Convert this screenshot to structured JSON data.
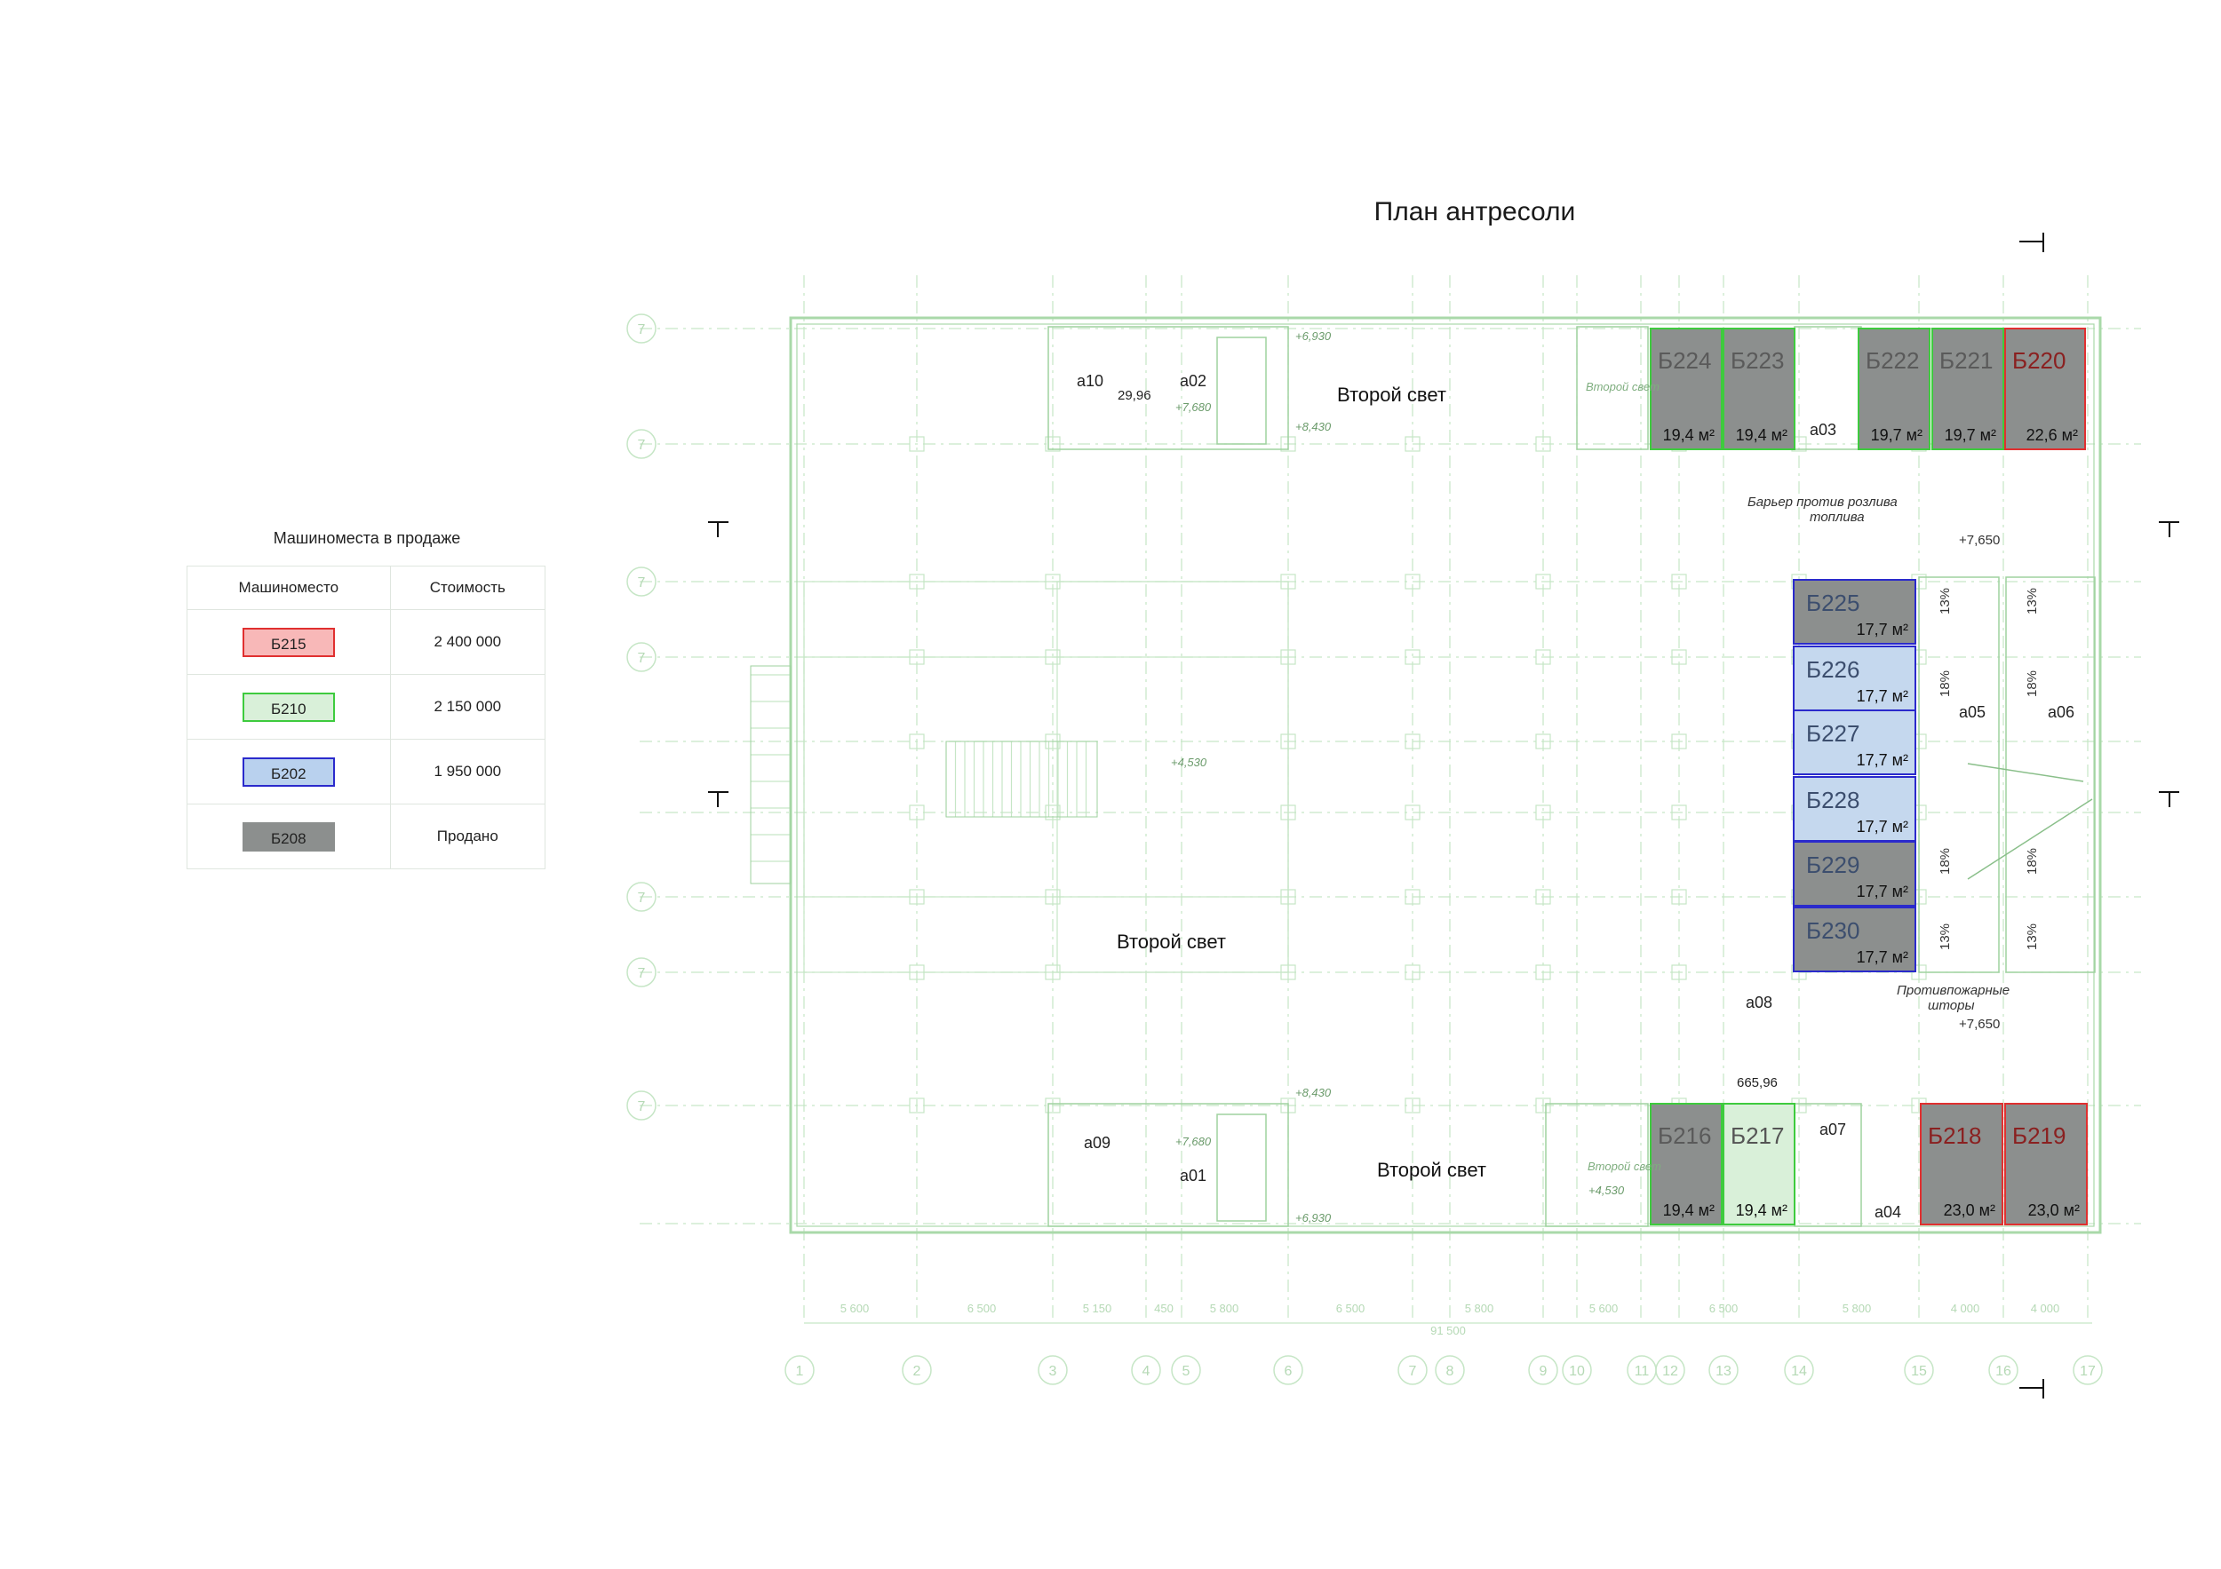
{
  "title": "План антресоли",
  "legend": {
    "title": "Машиноместа в продаже",
    "col_spot": "Машиноместо",
    "col_price": "Стоимость",
    "rows": [
      {
        "spot": "Б215",
        "price": "2 400 000",
        "fill": "#f8b8b8",
        "stroke": "#e03030"
      },
      {
        "spot": "Б210",
        "price": "2 150 000",
        "fill": "#d9f0d9",
        "stroke": "#3ecb3e"
      },
      {
        "spot": "Б202",
        "price": "1 950 000",
        "fill": "#b9d1ee",
        "stroke": "#2a2acc"
      },
      {
        "spot": "Б208",
        "price": "Продано",
        "fill": "#8c8f8e",
        "stroke": "#8c8f8e"
      }
    ]
  },
  "status_colors": {
    "sold": {
      "fill": "#8c8f8e",
      "text": "#5a5a5a"
    },
    "green": {
      "fill": "#d9f0d9",
      "text": "#555555"
    },
    "blue": {
      "fill": "#c5d8ee",
      "text": "#3c4e6e"
    },
    "red_sold_text": "#8a2020"
  },
  "spots": [
    {
      "id": "Б224",
      "area": "19,4 м²",
      "status": "sold",
      "frame": "green"
    },
    {
      "id": "Б223",
      "area": "19,4 м²",
      "status": "sold",
      "frame": "green"
    },
    {
      "id": "Б222",
      "area": "19,7 м²",
      "status": "sold",
      "frame": "green"
    },
    {
      "id": "Б221",
      "area": "19,7 м²",
      "status": "sold",
      "frame": "green"
    },
    {
      "id": "Б220",
      "area": "22,6 м²",
      "status": "sold",
      "frame": "red"
    },
    {
      "id": "Б225",
      "area": "17,7 м²",
      "status": "sold",
      "frame": "blue"
    },
    {
      "id": "Б226",
      "area": "17,7 м²",
      "status": "blue",
      "frame": "blue"
    },
    {
      "id": "Б227",
      "area": "17,7 м²",
      "status": "blue",
      "frame": "blue"
    },
    {
      "id": "Б228",
      "area": "17,7 м²",
      "status": "blue",
      "frame": "blue"
    },
    {
      "id": "Б229",
      "area": "17,7 м²",
      "status": "sold",
      "frame": "blue"
    },
    {
      "id": "Б230",
      "area": "17,7 м²",
      "status": "sold",
      "frame": "blue"
    },
    {
      "id": "Б216",
      "area": "19,4 м²",
      "status": "sold",
      "frame": "green"
    },
    {
      "id": "Б217",
      "area": "19,4 м²",
      "status": "green",
      "frame": "green"
    },
    {
      "id": "Б218",
      "area": "23,0 м²",
      "status": "sold",
      "frame": "red"
    },
    {
      "id": "Б219",
      "area": "23,0 м²",
      "status": "sold",
      "frame": "red"
    }
  ],
  "plan_labels": {
    "second_light": "Второй свет",
    "second_light_small": "Второй свет",
    "a01": "а01",
    "a02": "а02",
    "a03": "а03",
    "a04": "а04",
    "a05": "а05",
    "a06": "а06",
    "a07": "а07",
    "a08": "а08",
    "a09": "а09",
    "a10": "а10",
    "area_a10": "29,96",
    "area_a08": "665,96",
    "elev_7650": "+7,650",
    "elev_4530": "+4,530",
    "elev_6930": "+6,930",
    "elev_8430": "+8,430",
    "elev_7680": "+7,680",
    "barrier_1": "Барьер против розлива",
    "barrier_2": "топлива",
    "fire_1": "Противпожарные",
    "fire_2": "шторы",
    "pct_13": "13%",
    "pct_18": "18%"
  },
  "axes": {
    "bottom": [
      "1",
      "2",
      "3",
      "4",
      "5",
      "6",
      "7",
      "8",
      "9",
      "10",
      "11",
      "12",
      "13",
      "14",
      "15",
      "16",
      "17"
    ],
    "left": [
      "7",
      "7",
      "7",
      "7",
      "7",
      "7",
      "7"
    ],
    "dims_bottom": [
      "5 600",
      "6 500",
      "5 150",
      "450",
      "5 800",
      "6 500",
      "5 800",
      "5 600",
      "6 500",
      "5 800",
      "4 000",
      "4 000"
    ],
    "dim_total": "91 500"
  },
  "colors": {
    "plan_line": "#c6e6c6",
    "plan_line_dark": "#9fd29f",
    "sold_fill": "#8c8f8e",
    "free_green": "#d9f0d9",
    "free_blue": "#c5d8ee",
    "frame_green": "#3ecb3e",
    "frame_red": "#e03030",
    "frame_blue": "#2a2acc"
  }
}
